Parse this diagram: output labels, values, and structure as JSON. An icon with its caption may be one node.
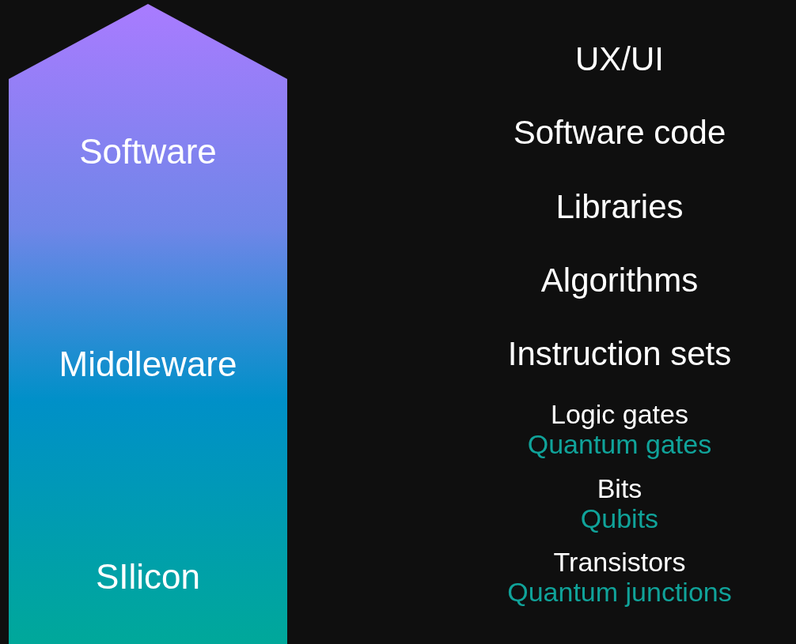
{
  "diagram": {
    "nodes": [
      {
        "text": [
          "Software",
          "Middleware",
          "SIlicon"
        ]
      }
    ],
    "labels": [
      "UX/UI",
      "Software code",
      "Libraries",
      "Algorithms",
      "Instruction sets",
      "Logic gates",
      "Quantum gates",
      "Bits",
      "Qubits",
      "Transistors",
      "Quantum junctions"
    ]
  }
}
